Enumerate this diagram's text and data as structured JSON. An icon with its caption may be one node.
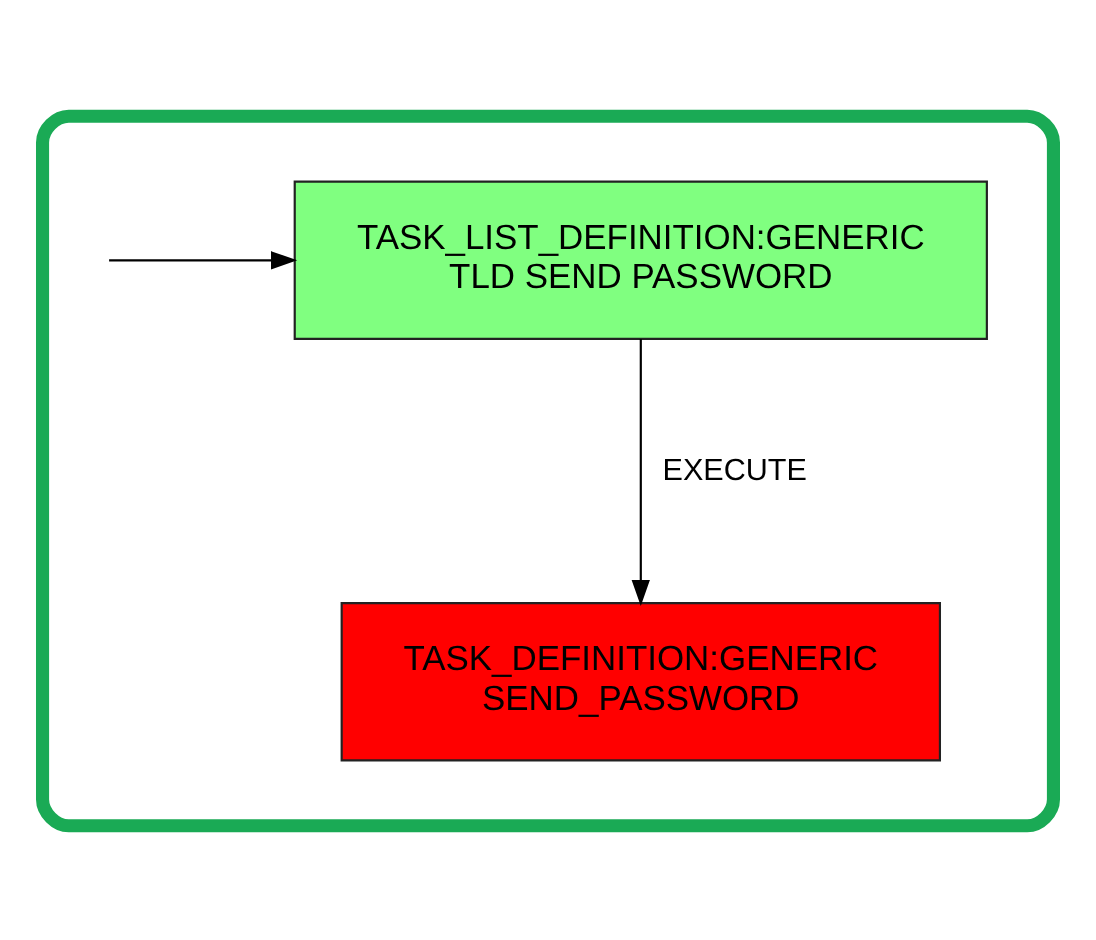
{
  "diagram": {
    "nodes": [
      {
        "text": [],
        "shape": "box"
      },
      {
        "text": [
          "TASK_LIST_DEFINITION:GENERIC TLD SEND PASSWORD"
        ],
        "in": 0
      },
      {
        "text": [
          "TASK_DEFINITION:GENERIC SEND_PASSWORD"
        ],
        "in": 0
      }
    ],
    "edges": [
      {
        "from": null,
        "to": 1,
        "arrow": "to"
      },
      {
        "from": 1,
        "to": 2,
        "arrow": "to",
        "label": "EXECUTE"
      }
    ]
  }
}
